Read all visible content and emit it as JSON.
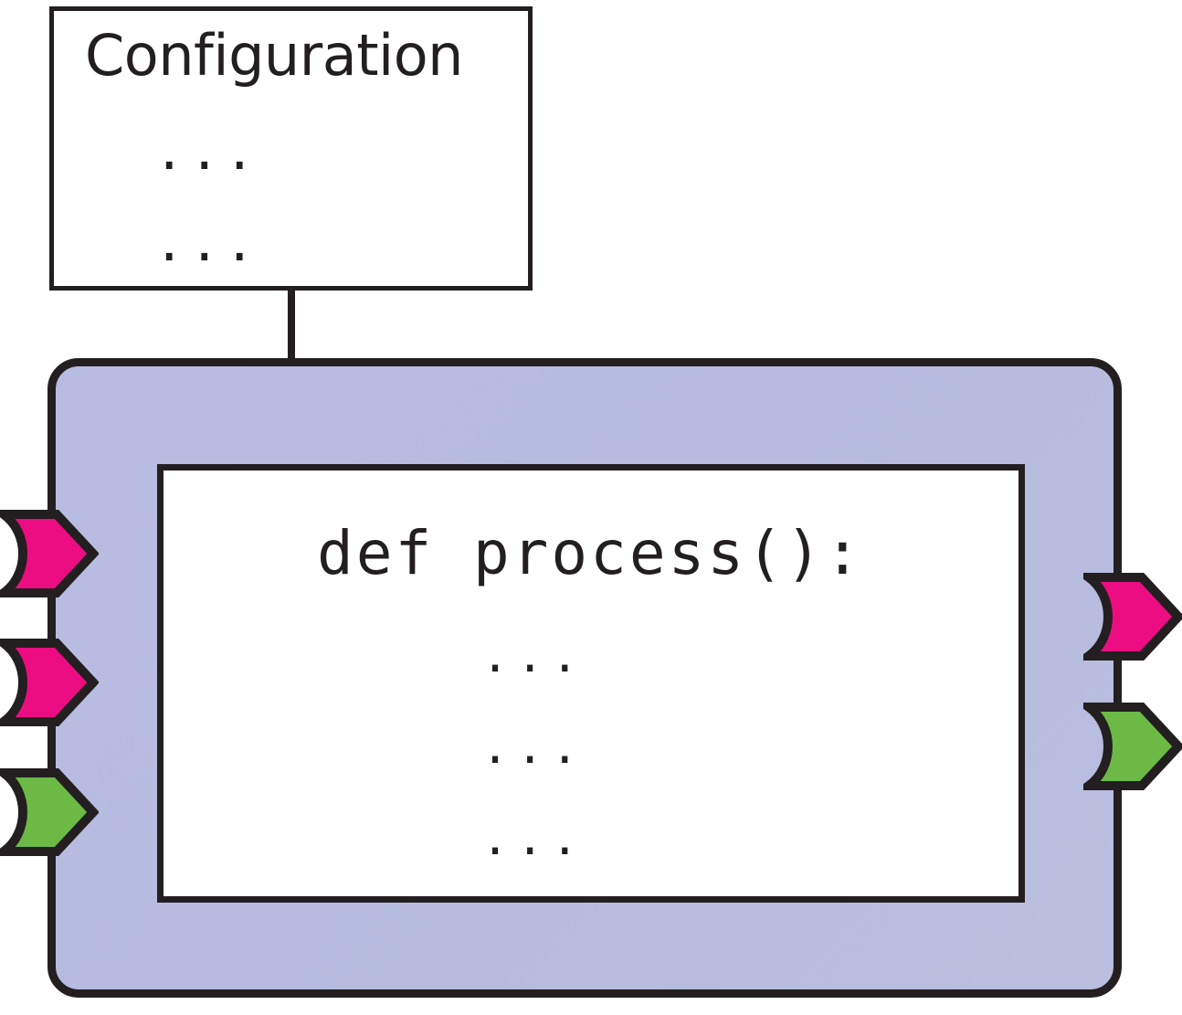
{
  "diagram": {
    "title": "component-with-configuration",
    "colors": {
      "magenta": "#EC0D82",
      "green": "#6CBA45",
      "lavender": "#B6BBDF",
      "outline": "#231F20",
      "white": "#FFFFFF"
    }
  },
  "config": {
    "title": "Configuration",
    "line1": "...",
    "line2": "..."
  },
  "connector": {
    "label": "configuration-link"
  },
  "component": {
    "label": "component-shell"
  },
  "code": {
    "signature": "def process():",
    "body1": "...",
    "body2": "...",
    "body3": "..."
  },
  "ports": {
    "left": [
      {
        "name": "input-port-1",
        "color": "#EC0D82",
        "kind": "magenta"
      },
      {
        "name": "input-port-2",
        "color": "#EC0D82",
        "kind": "magenta"
      },
      {
        "name": "input-port-3",
        "color": "#6CBA45",
        "kind": "green"
      }
    ],
    "right": [
      {
        "name": "output-port-1",
        "color": "#EC0D82",
        "kind": "magenta"
      },
      {
        "name": "output-port-2",
        "color": "#6CBA45",
        "kind": "green"
      }
    ]
  }
}
